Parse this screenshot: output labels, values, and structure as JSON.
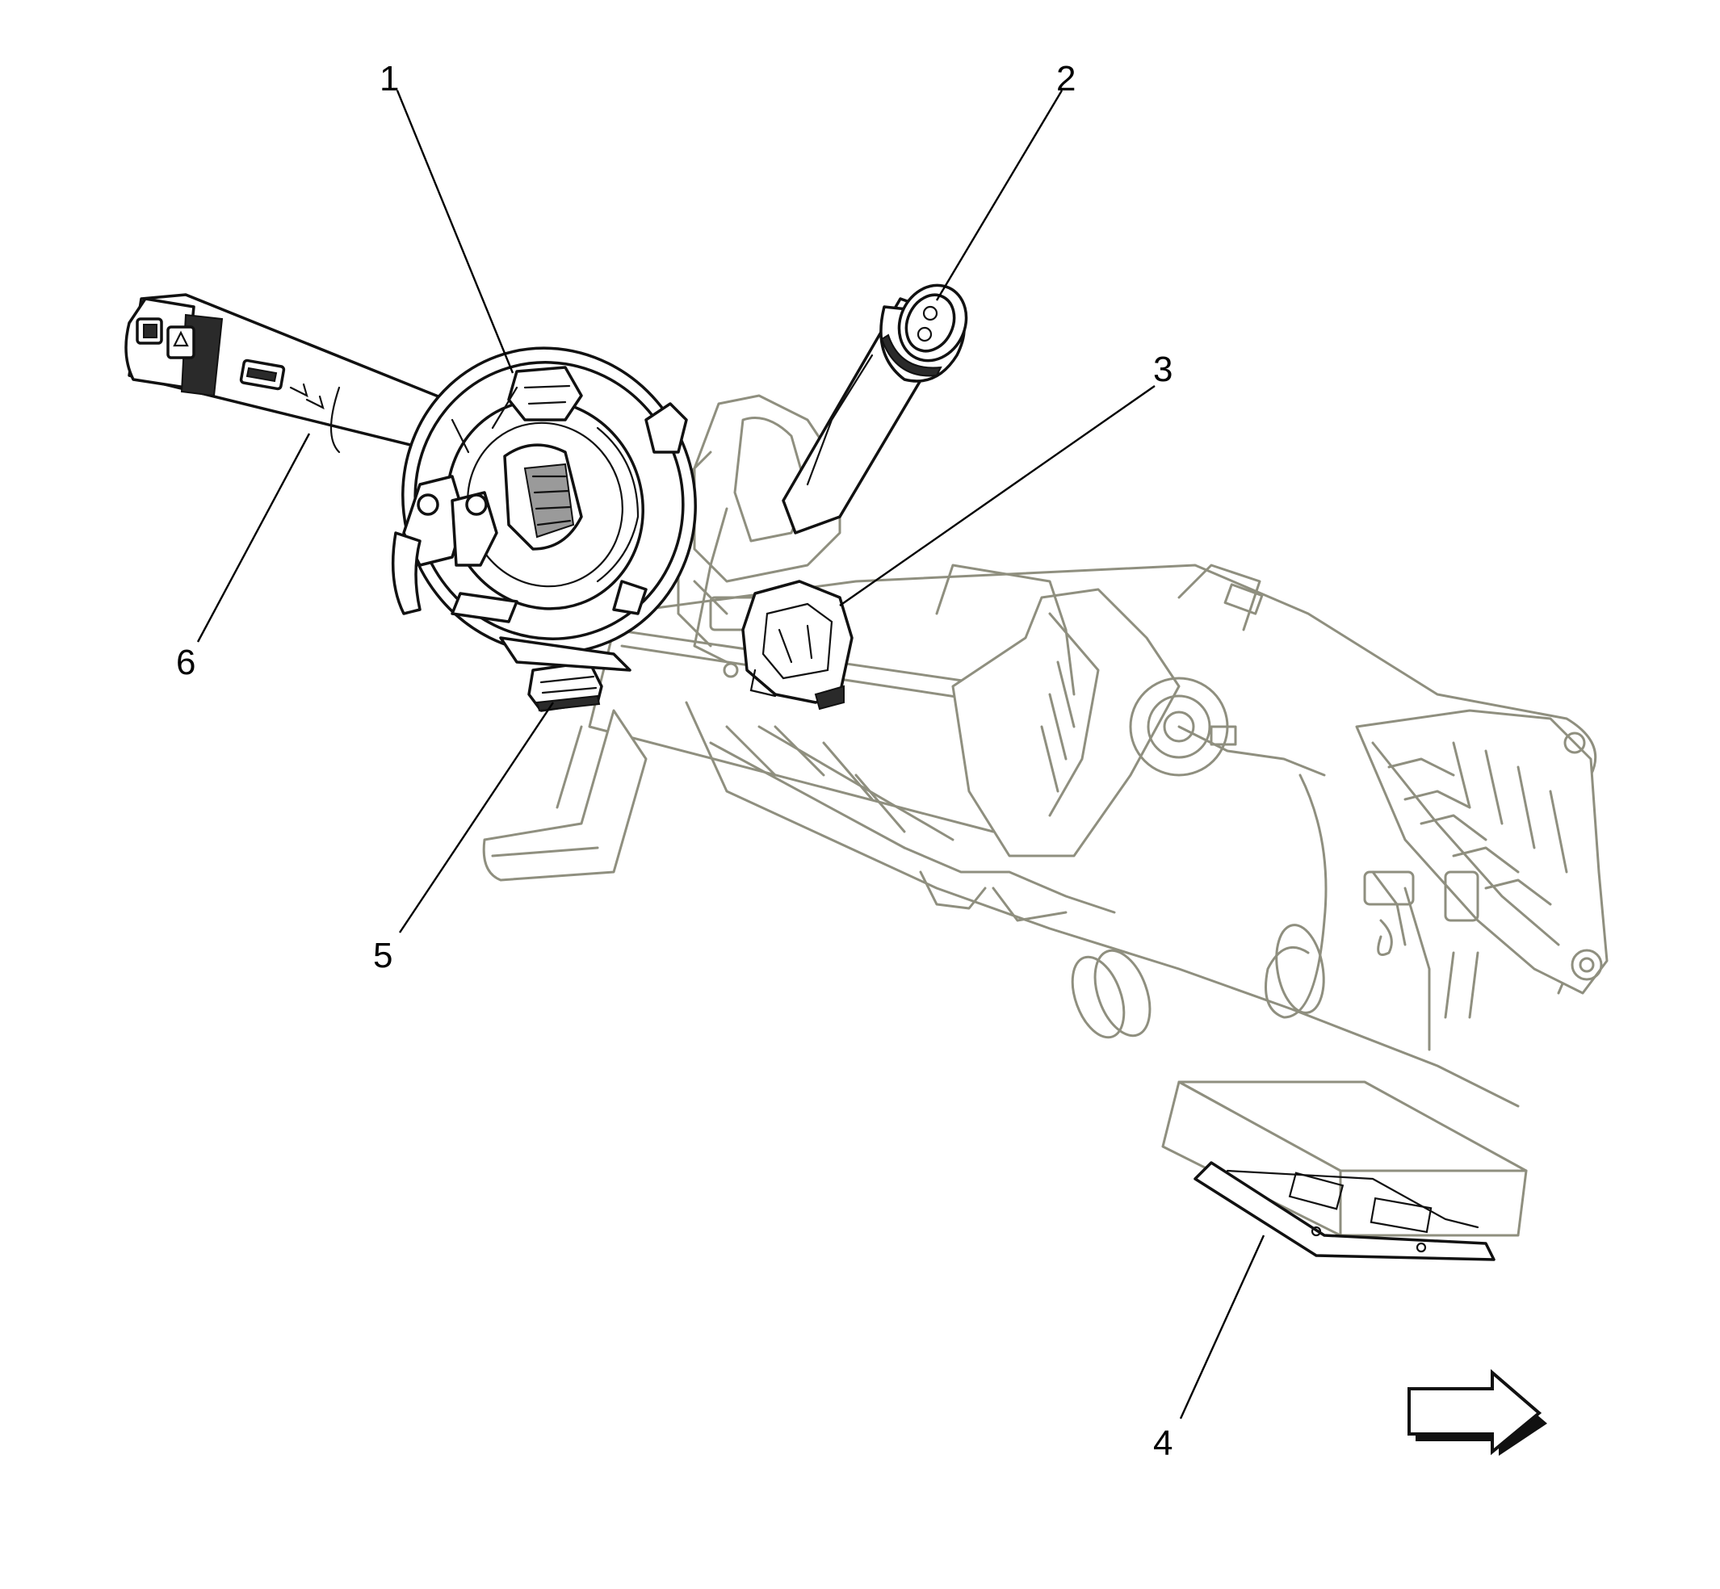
{
  "callouts": [
    {
      "id": "1",
      "label": "1"
    },
    {
      "id": "2",
      "label": "2"
    },
    {
      "id": "3",
      "label": "3"
    },
    {
      "id": "4",
      "label": "4"
    },
    {
      "id": "5",
      "label": "5"
    },
    {
      "id": "6",
      "label": "6"
    }
  ],
  "colors": {
    "ghost_outline": "#8f8f7f",
    "ink_outline": "#111111",
    "background": "#ffffff"
  },
  "icons": {
    "direction_arrow": "right-arrow-icon"
  }
}
